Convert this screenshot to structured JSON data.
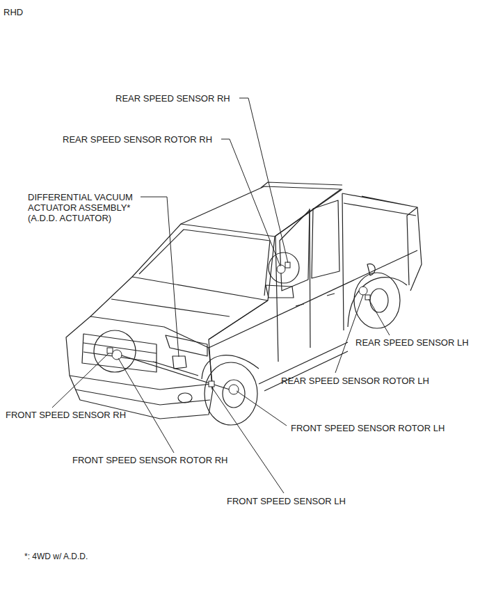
{
  "diagram": {
    "labels": [
      "RHD",
      "REAR SPEED SENSOR RH",
      "REAR SPEED SENSOR ROTOR RH",
      "DIFFERENTIAL VACUUM ACTUATOR ASSEMBLY* (A.D.D. ACTUATOR)",
      "REAR SPEED SENSOR LH",
      "REAR SPEED SENSOR ROTOR LH",
      "FRONT SPEED SENSOR ROTOR LH",
      "FRONT SPEED SENSOR RH",
      "FRONT SPEED SENSOR ROTOR RH",
      "FRONT SPEED SENSOR LH",
      "*: 4WD w/ A.D.D."
    ]
  }
}
